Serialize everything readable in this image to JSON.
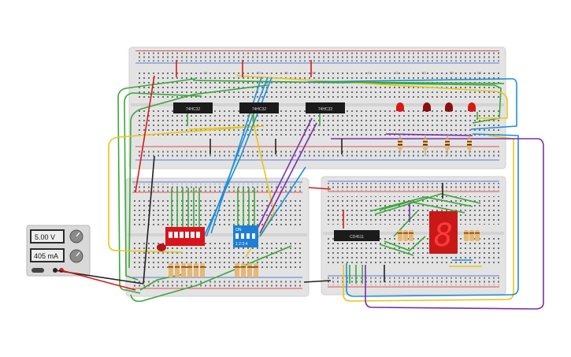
{
  "power_supply": {
    "voltage": "5.00 V",
    "current": "405 mA"
  },
  "chips": {
    "gate_1": "74HC32",
    "gate_2": "74HC32",
    "gate_3": "74HC32",
    "decoder": "CD4511"
  },
  "dip_switch_blue": {
    "on_label": "ON",
    "positions": "1 2 3 4"
  },
  "seven_segment": {
    "digit": "8"
  },
  "top_breadboard": {
    "column_numbers": [
      "10",
      "20",
      "25",
      "30",
      "40",
      "45",
      "50",
      "55",
      "60"
    ]
  },
  "colors": {
    "breadboard": "#e3e3e3",
    "rail_red": "#d22",
    "rail_blue": "#2a5bd7",
    "wire_green": "#3aa83a",
    "wire_yellow": "#e6c619",
    "wire_blue": "#1f8fd6",
    "wire_purple": "#7a2fa8",
    "wire_red": "#d41c1c",
    "wire_black": "#222222",
    "dip_red": "#d8141c",
    "dip_blue": "#1e7fd4",
    "led_red": "#cc1414",
    "display_bg": "#c81818"
  }
}
